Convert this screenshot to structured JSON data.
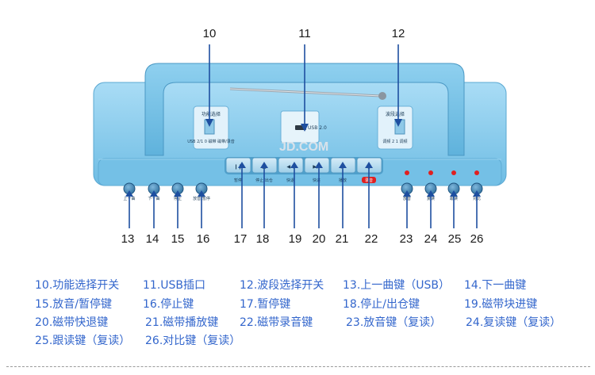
{
  "callouts": [
    "10",
    "11",
    "12",
    "13",
    "14",
    "15",
    "16",
    "17",
    "18",
    "19",
    "20",
    "21",
    "22",
    "23",
    "24",
    "25",
    "26"
  ],
  "device": {
    "switch_left_title": "功能选择",
    "switch_left_caption": "USB 2/1 0 磁带 磁带/录音",
    "switch_right_title": "波段选择",
    "switch_right_caption": "调频 2 1 调频",
    "usb_label": "USB 2.0",
    "watermark": "JD.COM",
    "buttons": {
      "b13": "上一曲",
      "b14": "下一曲",
      "b15": "停止",
      "b16": "放音/暂停",
      "b17": "暂停",
      "b18": "停止/出仓",
      "b19": "快退",
      "b20": "快进",
      "b21": "播放",
      "b22": "录音",
      "b23": "放音",
      "b24": "复读",
      "b25": "跟读",
      "b26": "对比"
    },
    "colors": {
      "body": "#7cc6ea",
      "dark": "#3d8fbf",
      "led": "#e02020",
      "rec": "#e02020"
    }
  },
  "legend": [
    "10.功能选择开关",
    "11.USB插口",
    "12.波段选择开关",
    "13.上一曲键（USB）",
    "14.下一曲键",
    "15.放音/暂停键",
    "16.停止键",
    "17.暂停键",
    "18.停止/出仓键",
    "19.磁带块进键",
    "20.磁带快退键",
    "21.磁带播放键",
    "22.磁带录音键",
    "23.放音键（复读）",
    "24.复读键（复读）",
    "25.跟读键（复读）",
    "26.对比键（复读）"
  ]
}
